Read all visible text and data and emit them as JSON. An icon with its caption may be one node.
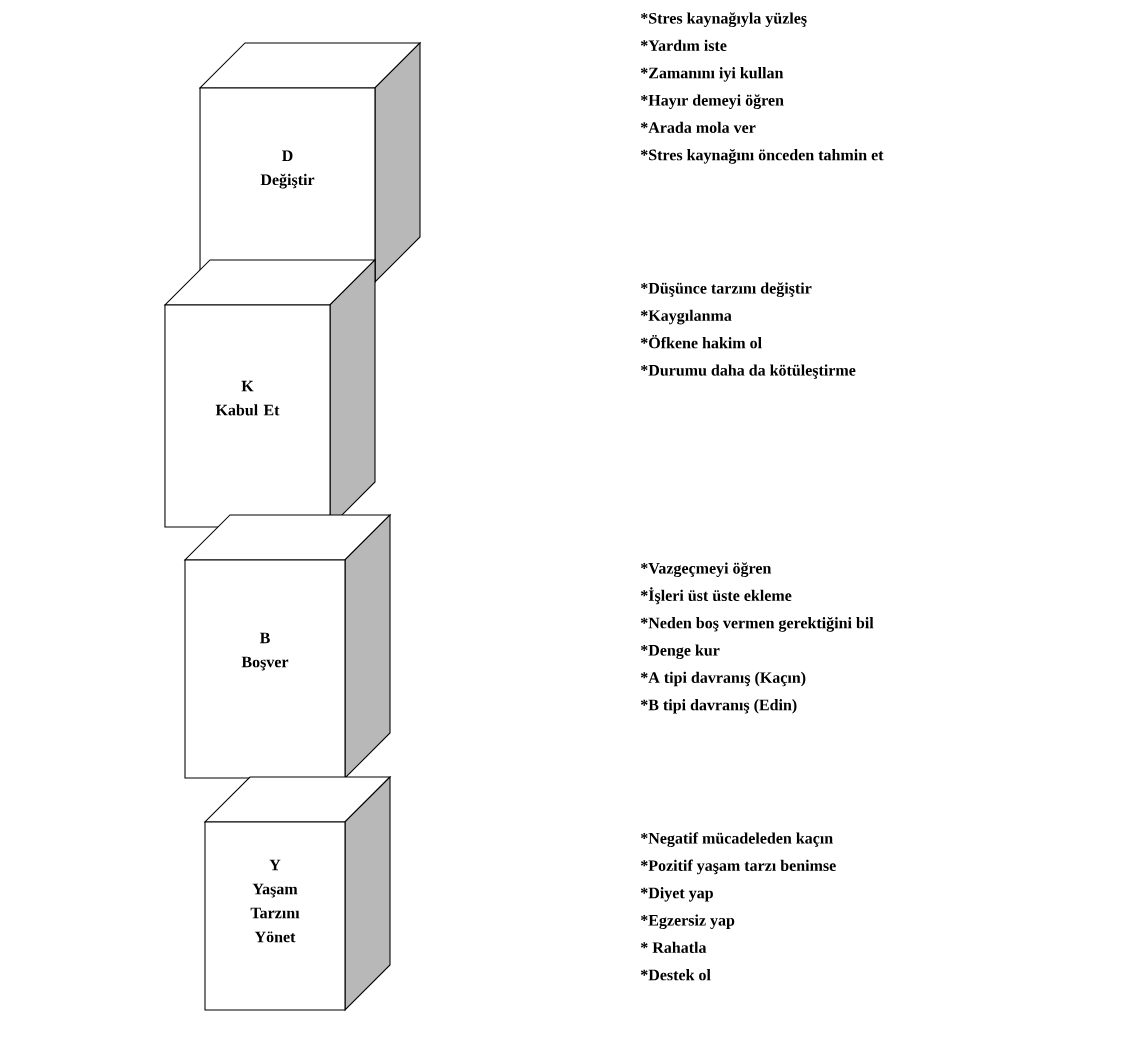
{
  "diagram": {
    "nodes": [
      {
        "text": [
          "D",
          "Değiştir"
        ],
        "beside": [
          "*Stres kaynağıyla yüzleş",
          "*Yardım iste",
          "*Zamanını iyi kullan",
          "*Hayır demeyi öğren",
          "*Arada mola ver",
          "*Stres kaynağını önceden tahmin et"
        ]
      },
      {
        "text": [
          "K",
          "Kabul Et"
        ],
        "beside": [
          "*Düşünce tarzını değiştir",
          "*Kaygılanma",
          "*Öfkene hakim ol",
          "*Durumu daha da kötüleştirme"
        ]
      },
      {
        "text": [
          "B",
          "Boşver"
        ],
        "beside": [
          "*Vazgeçmeyi öğren",
          "*İşleri üst üste ekleme",
          "*Neden boş vermen gerektiğini bil",
          "*Denge kur",
          "*A tipi davranış (Kaçın)",
          "*B tipi davranış (Edin)"
        ]
      },
      {
        "text": [
          "Y",
          "Yaşam Tarzını Yönet"
        ],
        "beside": [
          "*Negatif mücadeleden kaçın",
          "*Pozitif yaşam tarzı benimse",
          "*Diyet yap",
          "*Egzersiz yap",
          "* Rahatla",
          "*Destek ol"
        ]
      }
    ]
  }
}
